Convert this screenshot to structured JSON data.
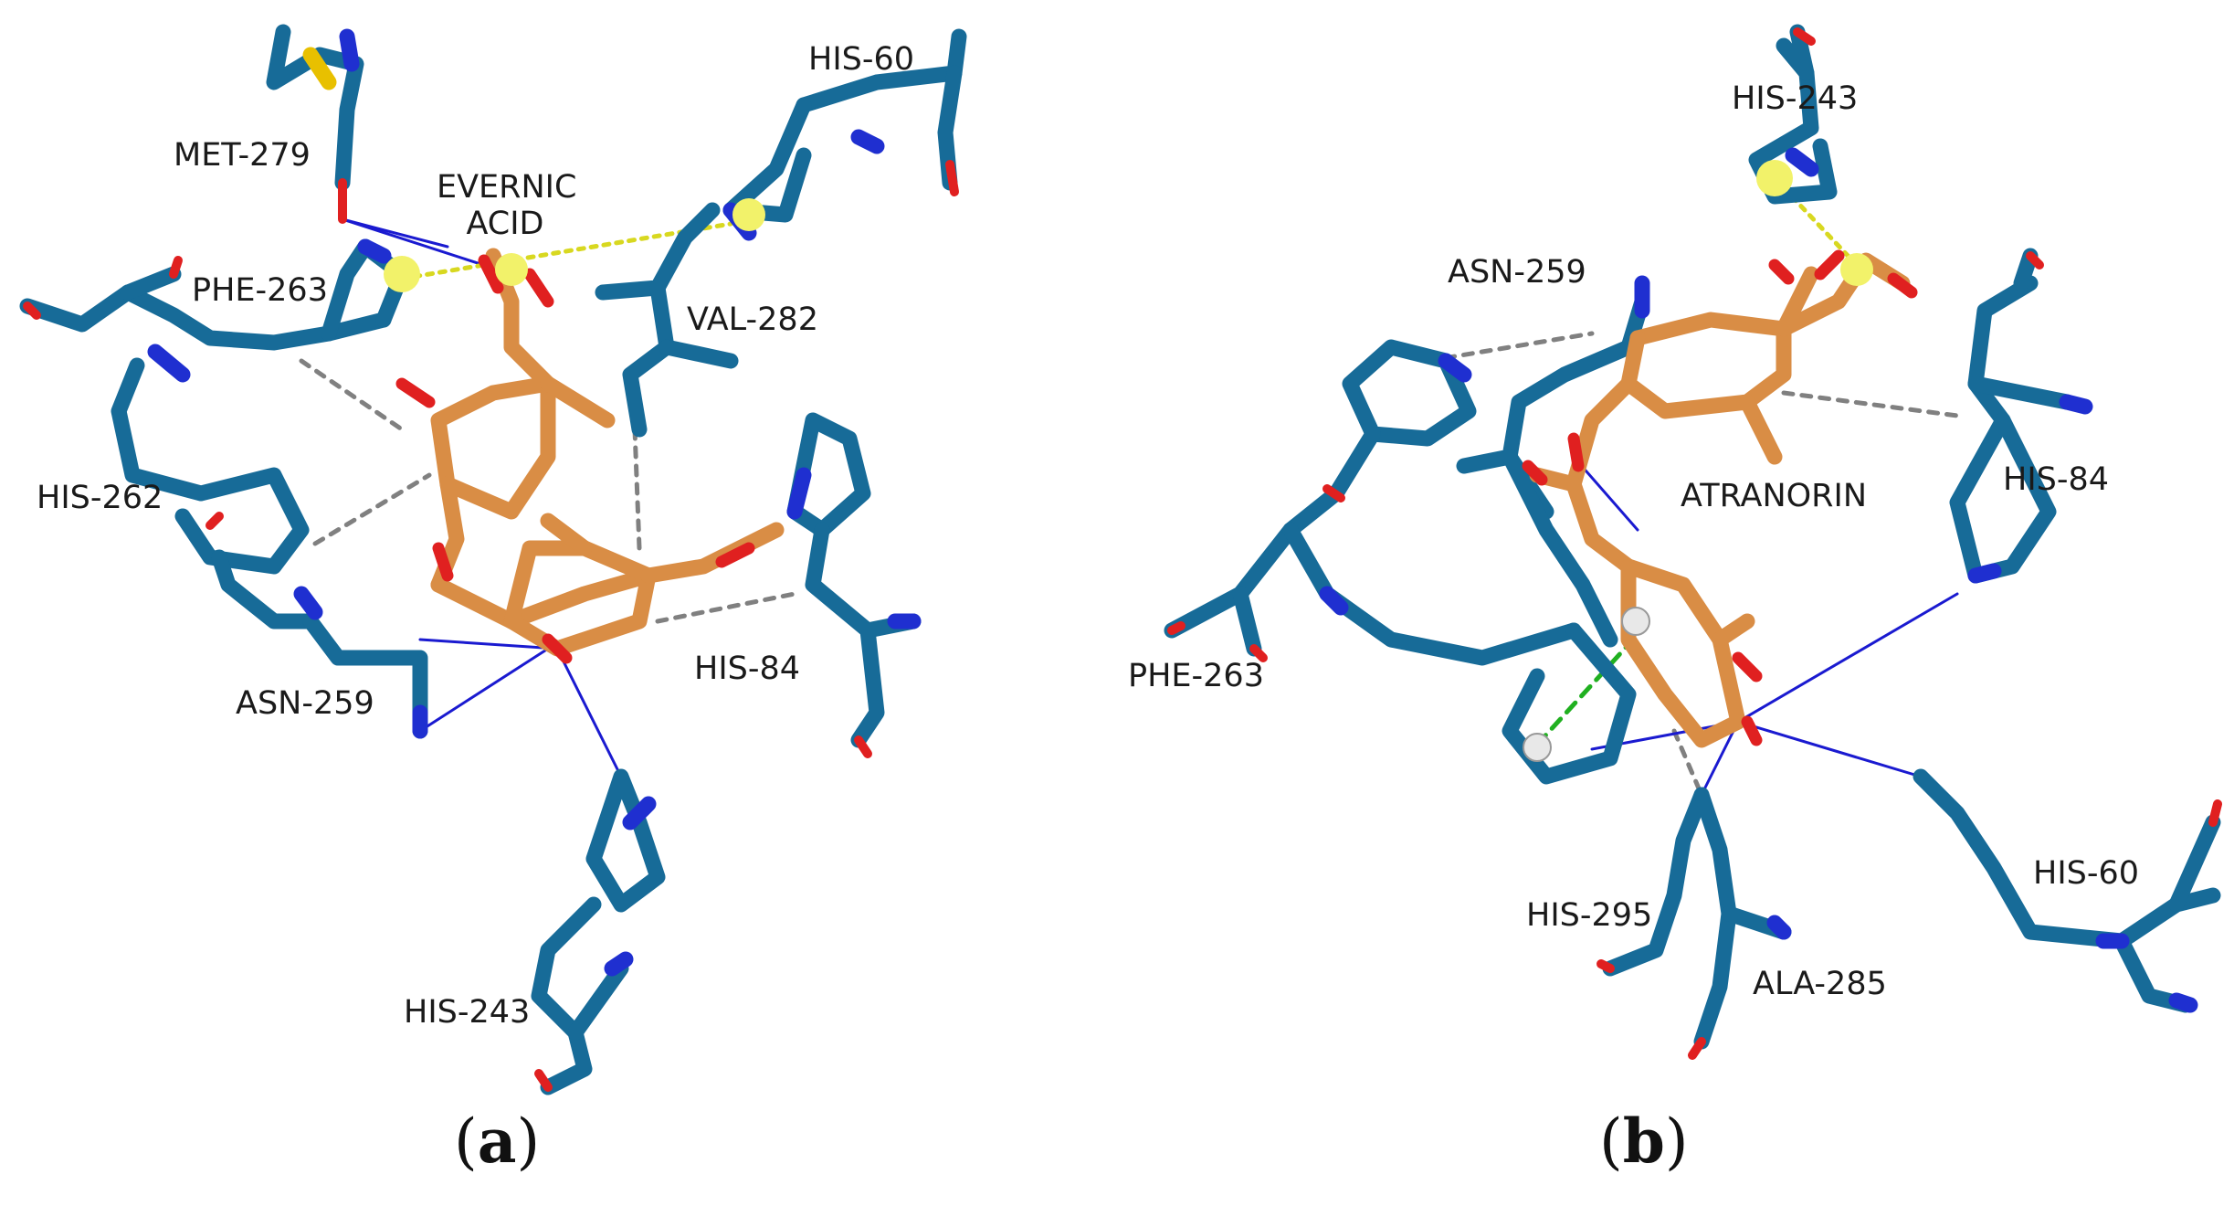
{
  "panels": [
    {
      "caption_prefix": "(",
      "caption_letter": "a",
      "caption_suffix": ")",
      "ligand": "EVERNIC ACID",
      "residues": [
        "MET-279",
        "HIS-60",
        "PHE-263",
        "VAL-282",
        "HIS-262",
        "ASN-259",
        "HIS-84",
        "HIS-243"
      ]
    },
    {
      "caption_prefix": "(",
      "caption_letter": "b",
      "caption_suffix": ")",
      "ligand": "ATRANORIN",
      "residues": [
        "HIS-243",
        "ASN-259",
        "HIS-84",
        "PHE-263",
        "HIS-295",
        "HIS-60",
        "ALA-285"
      ]
    }
  ],
  "colors": {
    "protein_carbon": "#1a6f9a",
    "protein_carbon_light": "#2d8dbd",
    "ligand_carbon": "#d98d45",
    "ligand_carbon_light": "#f0a860",
    "nitrogen": "#1f2fd0",
    "oxygen": "#e02020",
    "sulfur": "#e8c000",
    "hbond": "#1010d0",
    "hydrophobic": "#808080",
    "pi_stack": "#20b020",
    "aromatic_center": "#f2f26a"
  }
}
